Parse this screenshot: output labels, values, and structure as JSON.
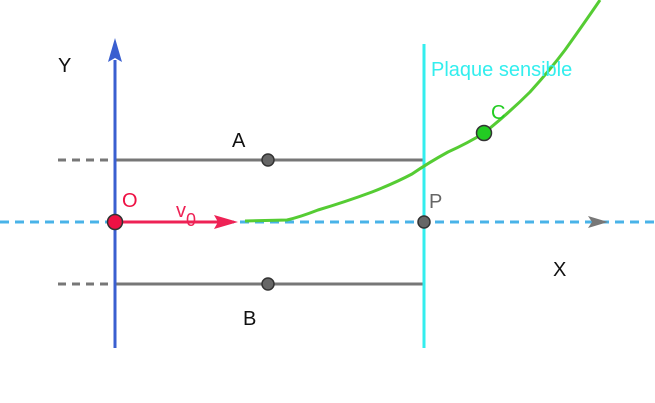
{
  "labels": {
    "axis_y": "Y",
    "axis_x": "X",
    "plate_a": "A",
    "plate_b": "B",
    "origin": "O",
    "velocity": "v",
    "velocity_sub": "0",
    "point_p": "P",
    "point_c": "C",
    "screen": "Plaque sensible"
  },
  "colors": {
    "axis_y": "#3a5fd0",
    "axis_x": "#49b3e8",
    "plates": "#777777",
    "screen": "#33eeee",
    "trajectory": "#55cc33",
    "velocity": "#ee2255",
    "origin_point": "#ee1144",
    "point_c": "#22cc22",
    "points": "#666666",
    "text": "#111111"
  }
}
